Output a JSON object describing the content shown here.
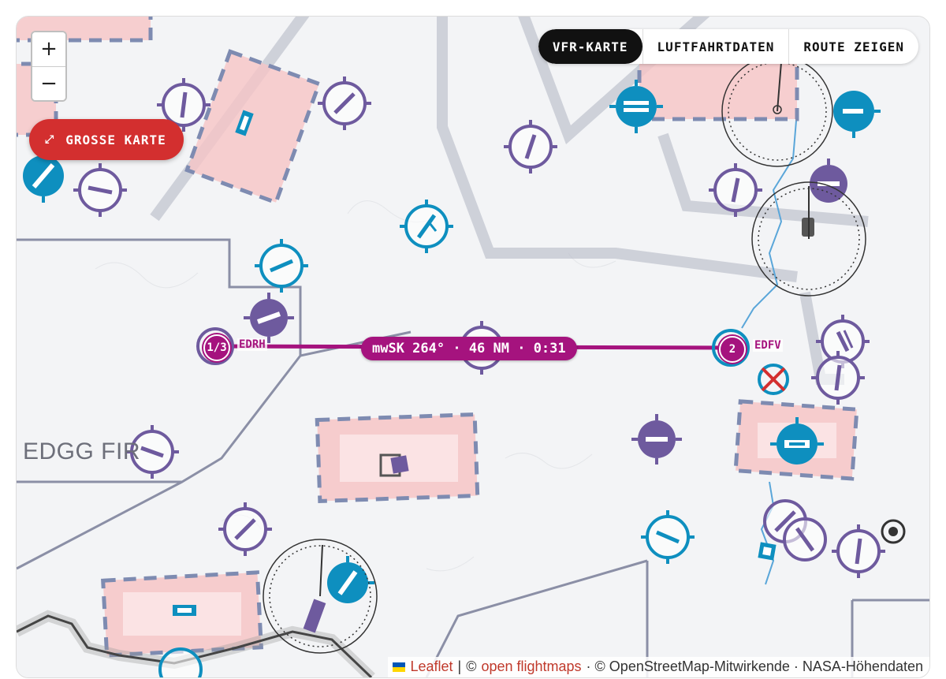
{
  "controls": {
    "zoom_in": "+",
    "zoom_out": "−",
    "big_map_icon": "expand-arrows-icon",
    "big_map_label": "GROSSE KARTE"
  },
  "tabs": [
    {
      "label": "VFR-KARTE",
      "active": true
    },
    {
      "label": "LUFTFAHRTDATEN",
      "active": false
    },
    {
      "label": "ROUTE ZEIGEN",
      "active": false
    }
  ],
  "map": {
    "fir_label": "EDGG FIR",
    "route": {
      "summary": "mwSK 264° · 46 NM · 0:31",
      "from": {
        "number": "1/3",
        "code": "EDRH"
      },
      "to": {
        "number": "2",
        "code": "EDFV"
      },
      "color": "#a5137e"
    },
    "colors": {
      "airfield_purple": "#6e5a9e",
      "airport_blue": "#0e8fbf",
      "restricted_pink": "#f5b8bb"
    }
  },
  "attribution": {
    "leaflet": "Leaflet",
    "separator": "|",
    "copy1": "©",
    "flightmaps": "open flightmaps",
    "rest": "· © OpenStreetMap-Mitwirkende · NASA-Höhendaten"
  }
}
